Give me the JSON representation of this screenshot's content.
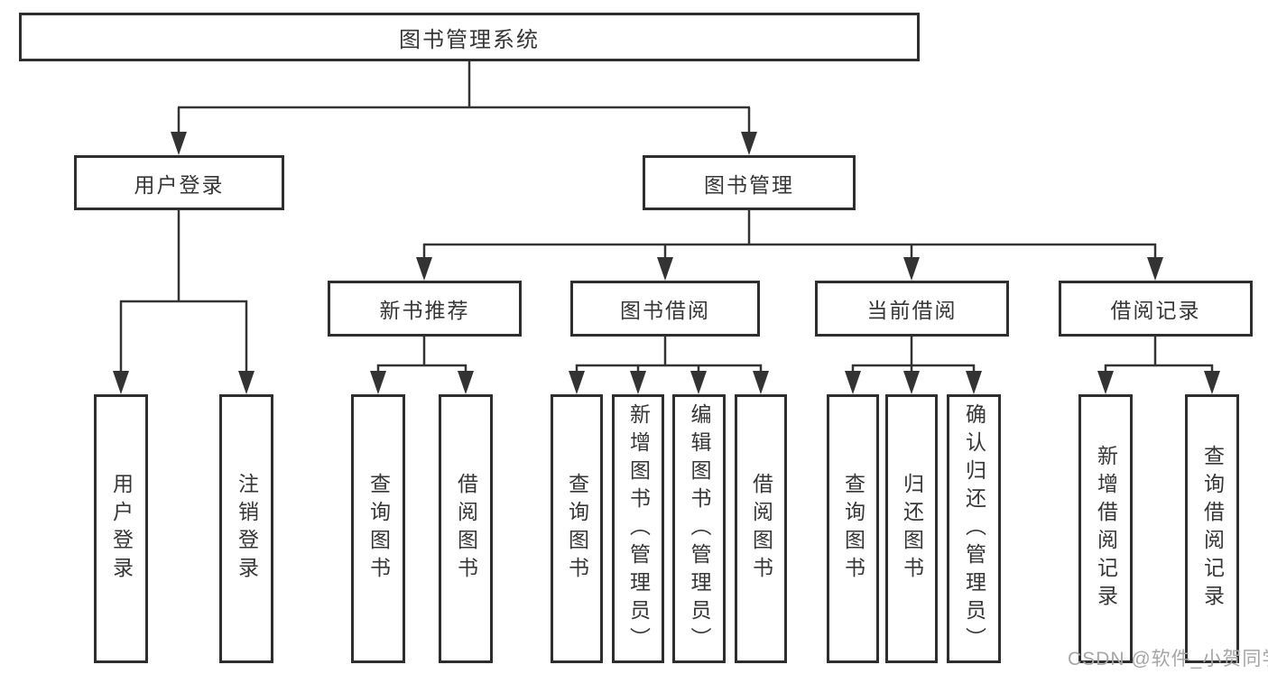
{
  "colors": {
    "line": "#333333",
    "box_border": "#2e2e2e",
    "text": "#363636",
    "watermark": "#a6a6a6",
    "background": "#ffffff"
  },
  "tree": {
    "root": "图书管理系统",
    "level1": [
      "用户登录",
      "图书管理"
    ],
    "level2": [
      "新书推荐",
      "图书借阅",
      "当前借阅",
      "借阅记录"
    ],
    "leaves": {
      "user_login": [
        "用户登录",
        "注销登录"
      ],
      "new_book_rec": [
        "查询图书",
        "借阅图书"
      ],
      "book_borrow": [
        "查询图书",
        "新增图书（管理员）",
        "编辑图书（管理员）",
        "借阅图书"
      ],
      "current_borrow": [
        "查询图书",
        "归还图书",
        "确认归还（管理员）"
      ],
      "borrow_records": [
        "新增借阅记录",
        "查询借阅记录"
      ]
    }
  },
  "watermark": "CSDN @软件_小贺同学"
}
